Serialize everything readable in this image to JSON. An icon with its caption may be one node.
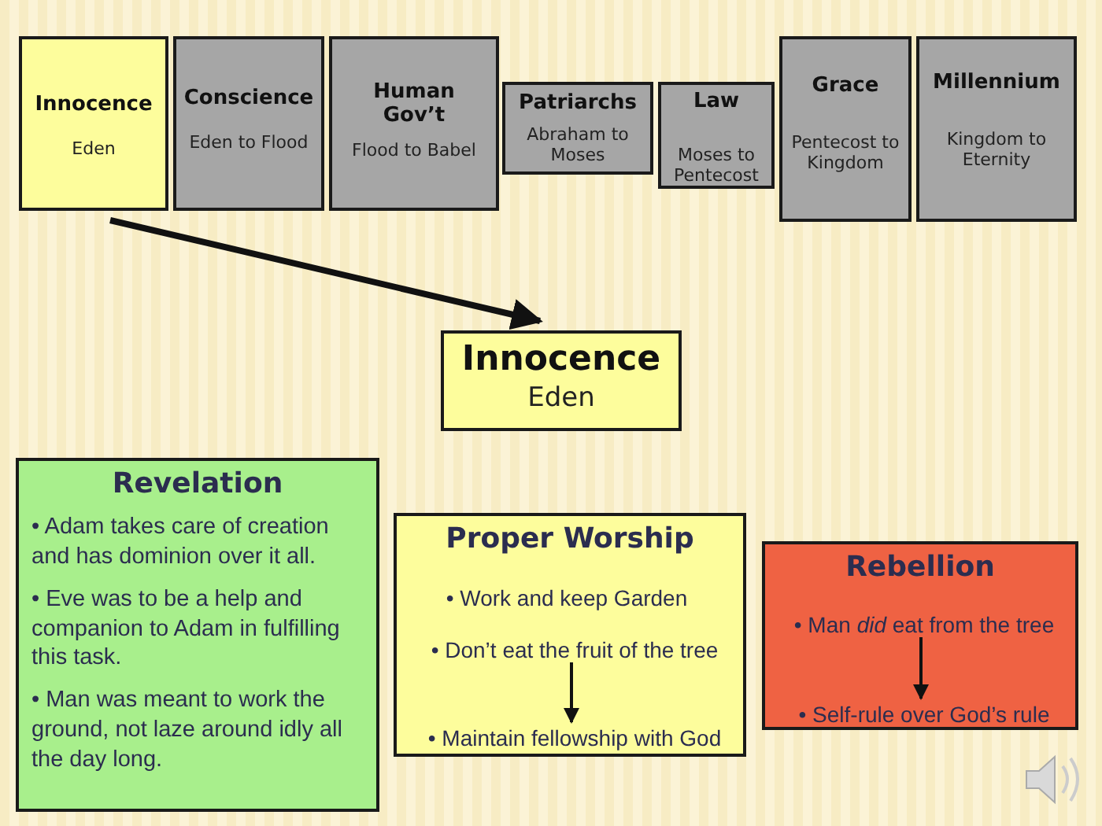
{
  "diagram": {
    "nodes": [
      {
        "text": [
          "Innocence",
          "Eden"
        ]
      },
      {
        "text": [
          "Conscience",
          "Eden to Flood"
        ]
      },
      {
        "text": [
          "Human Gov’t",
          "Flood to Babel"
        ]
      },
      {
        "text": [
          "Patriarchs",
          "Abraham to Moses"
        ]
      },
      {
        "text": [
          "Law",
          "Moses to Pentecost"
        ]
      },
      {
        "text": [
          "Grace",
          "Pentecost to Kingdom"
        ]
      },
      {
        "text": [
          "Millennium",
          "Kingdom to Eternity"
        ]
      },
      {
        "text": [
          "Innocence",
          "Eden"
        ]
      },
      {
        "text": [
          "Revelation",
          "• Adam takes care of creation and has dominion over it all.",
          "• Eve was to be a help and companion to Adam in fulfilling this task.",
          "• Man was meant to work the ground, not laze around idly all the day long."
        ]
      },
      {
        "text": [
          "Proper Worship"
        ]
      },
      {
        "text": [
          "• Work and keep Garden"
        ],
        "in": 9
      },
      {
        "text": [
          "• Don’t eat the fruit of the tree"
        ],
        "in": 9
      },
      {
        "text": [
          "• Maintain fellowship with God"
        ],
        "in": 9
      },
      {
        "text": [
          "Rebellion"
        ]
      },
      {
        "text": [
          "• Man *did* eat from the tree"
        ],
        "in": 13
      },
      {
        "text": [
          "• Self-rule over God’s rule"
        ],
        "in": 13
      }
    ],
    "edges": [
      {
        "from": 0,
        "to": 7,
        "arrow": "to",
        "style": "thick"
      },
      {
        "from": 11,
        "to": 12,
        "arrow": "to"
      },
      {
        "from": 14,
        "to": 15,
        "arrow": "to"
      }
    ]
  }
}
